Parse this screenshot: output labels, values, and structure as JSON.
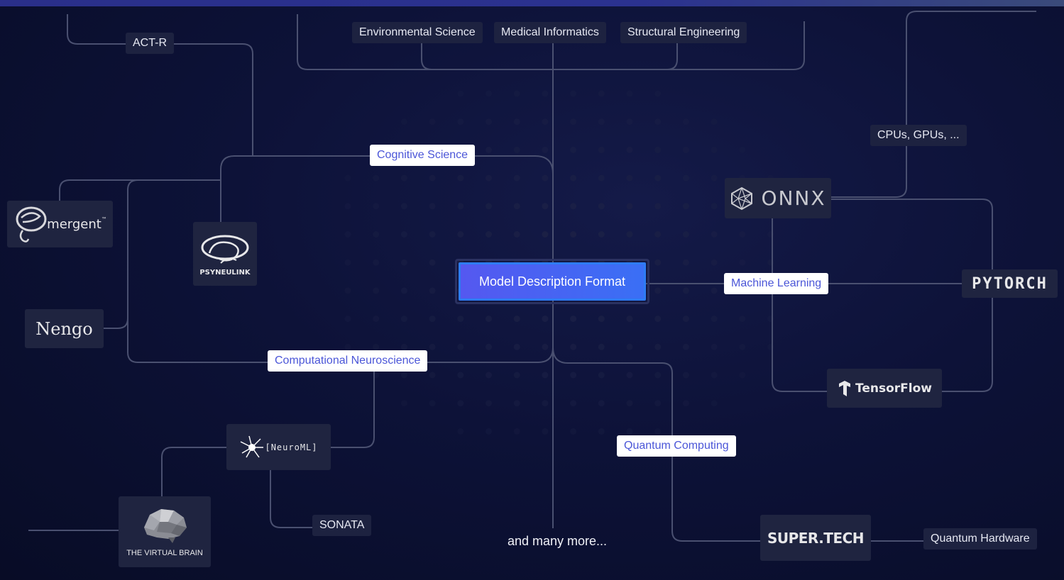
{
  "center": {
    "label": "Model Description Format"
  },
  "fields": {
    "cognitive_science": "Cognitive Science",
    "computational_neuroscience": "Computational Neuroscience",
    "machine_learning": "Machine Learning",
    "quantum_computing": "Quantum Computing"
  },
  "labels": {
    "environmental_science": "Environmental Science",
    "medical_informatics": "Medical Informatics",
    "structural_engineering": "Structural Engineering",
    "act_r": "ACT-R",
    "cpus_gpus": "CPUs, GPUs, ...",
    "sonata": "SONATA",
    "quantum_hardware": "Quantum Hardware"
  },
  "logos": {
    "emergent": "mergent",
    "emergent_tm": "™",
    "psyneulink": "PSYNEULINK",
    "nengo": "Nengo",
    "neuroml": "[NeuroML]",
    "virtual_brain": "THE VIRTUAL BRAIN",
    "onnx": "ONNX",
    "pytorch": "PYTORCH",
    "tensorflow": "TensorFlow",
    "supertech": "SUPER.TECH"
  },
  "footer": {
    "more": "and many more..."
  },
  "colors": {
    "background": "#0d1238",
    "wire": "#4a5070",
    "field_text": "#4b56d8",
    "center_start": "#5558f0",
    "center_end": "#3a6ff5"
  }
}
